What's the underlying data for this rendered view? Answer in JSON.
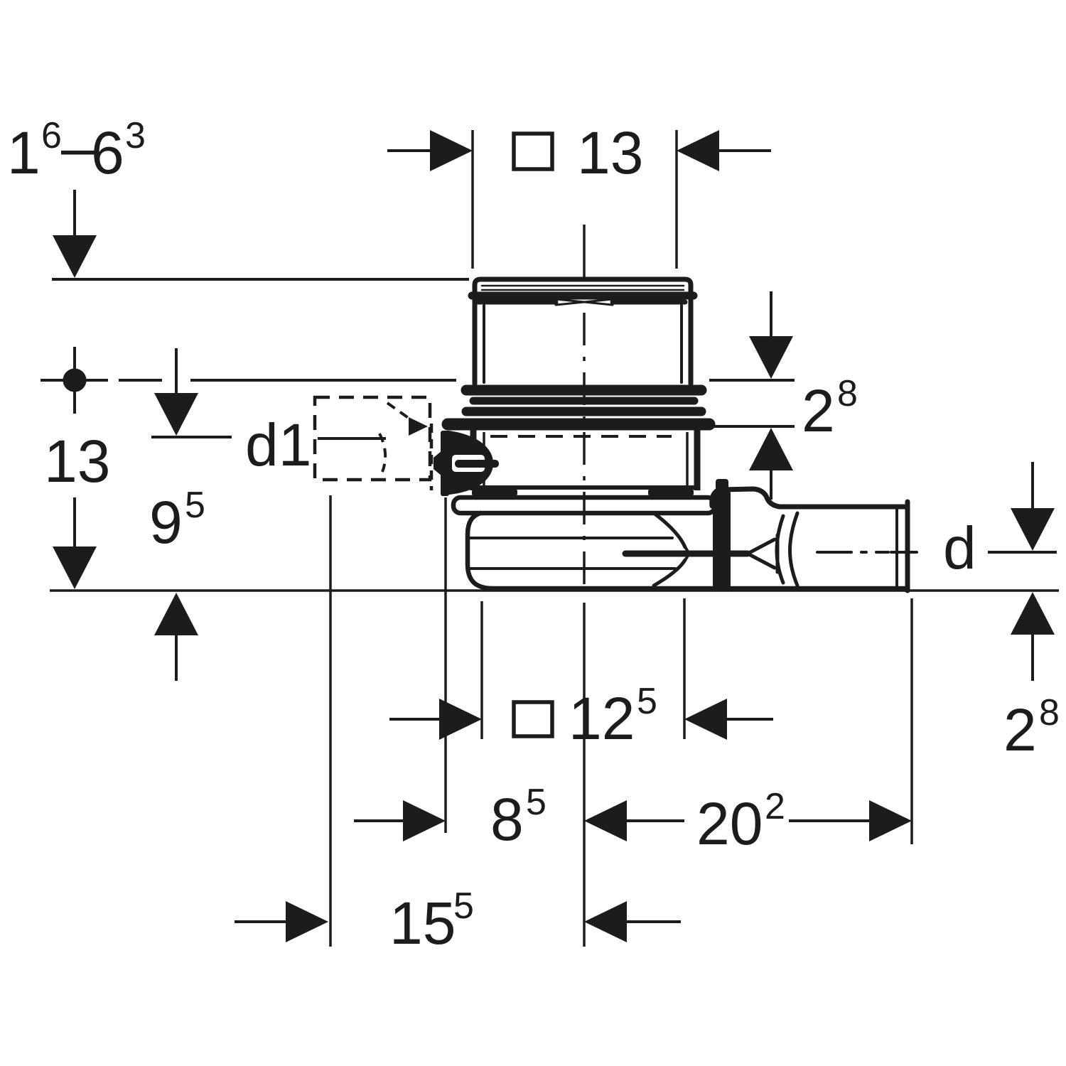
{
  "colors": {
    "ink": "#1c1c1c",
    "paper": "#ffffff"
  },
  "drawing_type_note": "dimensioned section drawing of floor drain with trap",
  "labels": {
    "embed_range": {
      "int1": "1",
      "sup1": "6",
      "dash": "–",
      "int2": "6",
      "sup2": "3"
    },
    "top_width": "13",
    "grate_height": "13",
    "inlet_height": {
      "base": "9",
      "sup": "5"
    },
    "inlet_diameter": "d1",
    "outlet_diameter": "d",
    "flange_depth": {
      "base": "2",
      "sup": "8"
    },
    "outlet_axis": {
      "base": "2",
      "sup": "8"
    },
    "bottom_width": {
      "base": "12",
      "sup": "5"
    },
    "left_span": {
      "base": "8",
      "sup": "5"
    },
    "right_span": {
      "base": "20",
      "sup": "2"
    },
    "inlet_span": {
      "base": "15",
      "sup": "5"
    }
  }
}
